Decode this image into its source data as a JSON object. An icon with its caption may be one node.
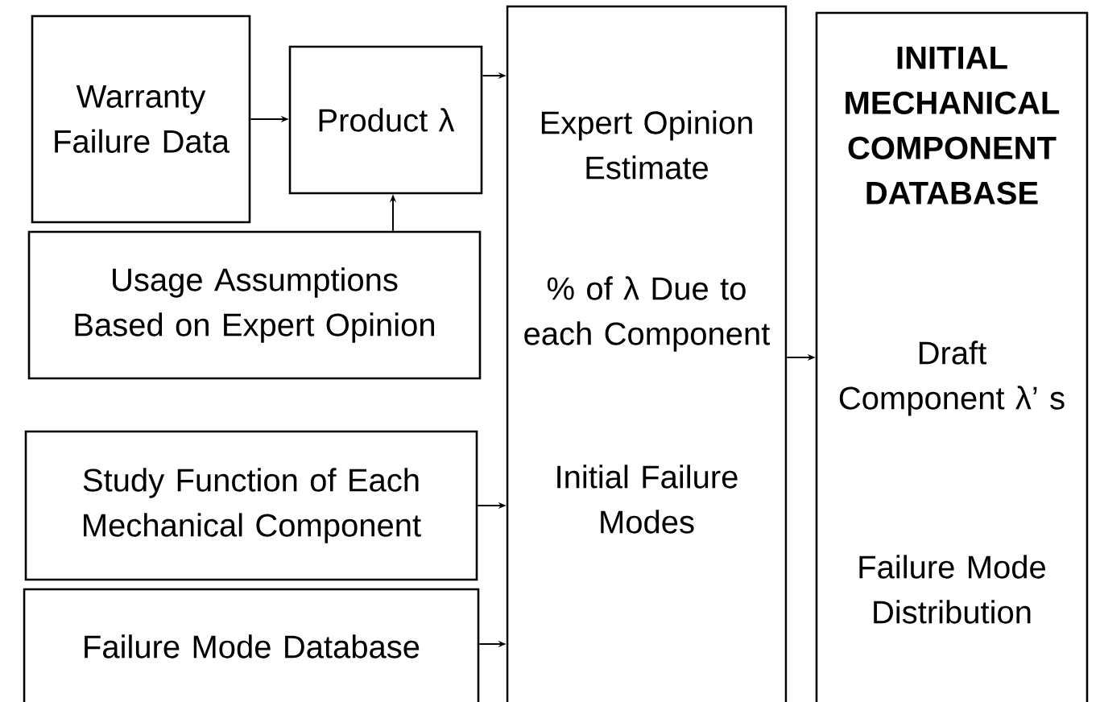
{
  "diagram": {
    "nodes": [
      {
        "text": [
          "Warranty Failure Data"
        ]
      },
      {
        "text": [
          "Product λ"
        ]
      },
      {
        "text": [
          "Usage Assumptions Based on Expert Opinion"
        ]
      },
      {
        "text": [
          "Study Function of Each Mechanical Component"
        ]
      },
      {
        "text": [
          "Failure Mode Database"
        ]
      },
      {
        "text": [
          "Expert Opinion Estimate",
          "% of λ Due to each Component",
          "Initial Failure Modes"
        ]
      },
      {
        "text": [
          "INITIAL MECHANICAL COMPONENT DATABASE",
          "Draft Component λ’ s",
          "Failure Mode Distribution"
        ]
      }
    ],
    "edges": [
      {
        "from": 0,
        "to": 1,
        "arrow": "to"
      },
      {
        "from": 2,
        "to": 1,
        "arrow": "to"
      },
      {
        "from": 1,
        "to": 5,
        "arrow": "to"
      },
      {
        "from": 3,
        "to": 5,
        "arrow": "to"
      },
      {
        "from": 4,
        "to": 5,
        "arrow": "to"
      },
      {
        "from": 5,
        "to": 6,
        "arrow": "to"
      }
    ]
  }
}
